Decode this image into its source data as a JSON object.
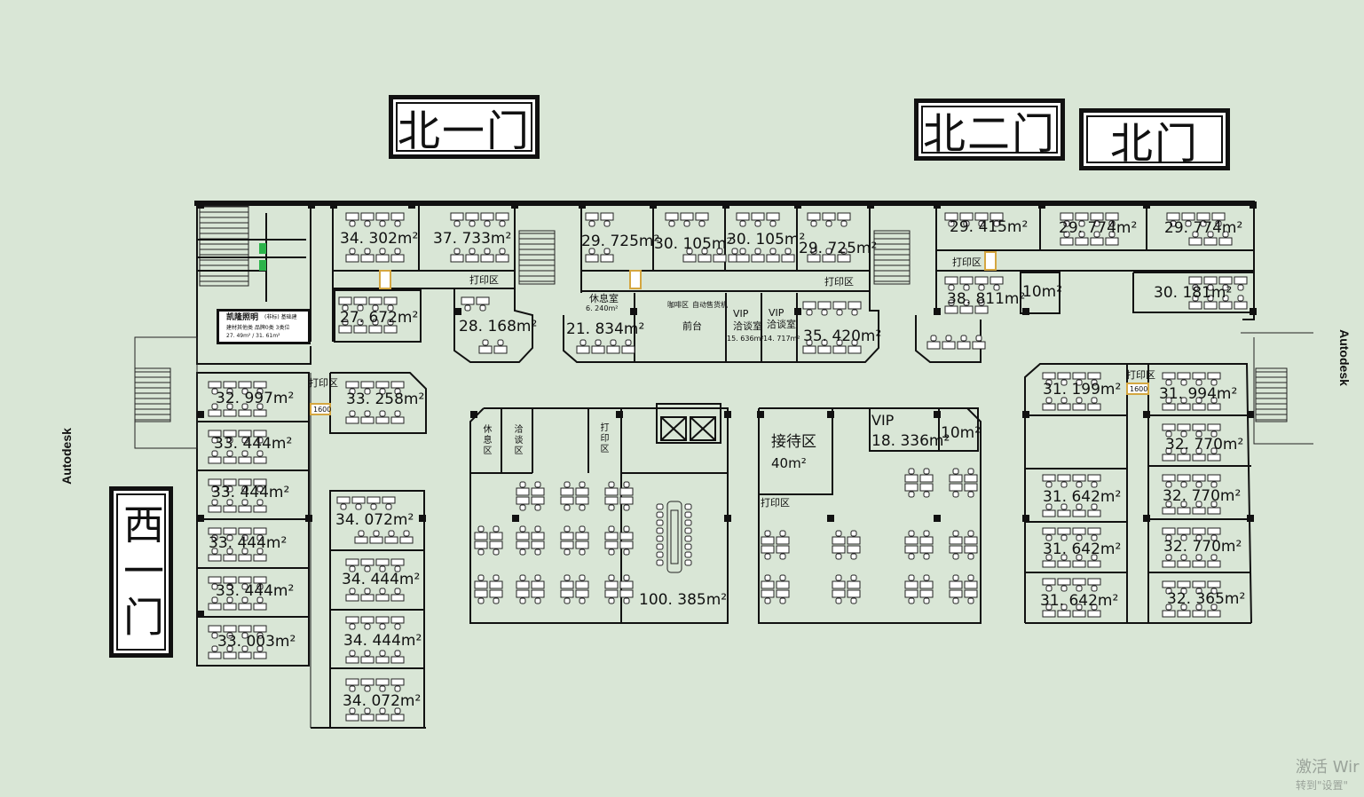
{
  "gates": {
    "north_one": "北一门",
    "north_two": "北二门",
    "north": "北门",
    "west_one": "西一门"
  },
  "brand": {
    "left": "Autodesk",
    "right": "Autodesk"
  },
  "rooms": {
    "r1": "34. 302m²",
    "r2": "37. 733m²",
    "r3": "29. 725m²",
    "r4": "30. 105m²",
    "r5": "30. 105m²",
    "r6": "29. 725m²",
    "r7": "29. 415m²",
    "r8": "29. 774m²",
    "r9": "29. 774m²",
    "r10": "27. 672m²",
    "r11": "28. 168m²",
    "r12": "21. 834m²",
    "r13": "35. 420m²",
    "r14": "38. 811m²",
    "r15": "10m²",
    "r16": "30. 181m²",
    "r17": "32. 997m²",
    "r18": "33. 258m²",
    "r19": "33. 444m²",
    "r20": "33. 444m²",
    "r21": "33. 444m²",
    "r22": "33. 444m²",
    "r23": "33. 003m²",
    "r24": "34. 072m²",
    "r25": "34. 444m²",
    "r26": "34. 444m²",
    "r27": "34. 072m²",
    "r28": "100. 385m²",
    "r29": "18. 336m²",
    "r30": "10m²",
    "r31": "31. 199m²",
    "r32": "31. 994m²",
    "r33": "32. 770m²",
    "r34": "32. 770m²",
    "r35": "32. 770m²",
    "r36": "32. 365m²",
    "r37": "31. 642m²",
    "r38": "31. 642m²",
    "r39": "31. 642m²"
  },
  "labels": {
    "print_area": "打印区",
    "dim_1600": "1600",
    "rest_room": "休息室",
    "rest_room_area": "6. 240m²",
    "coffee": "咖啡区",
    "vending": "自动售货机",
    "front_desk": "前台",
    "vip": "VIP",
    "negotiation": "洽谈室",
    "vip_left_area": "15. 636m²",
    "vip_right_area": "14. 717m²",
    "reception": "接待区",
    "reception_area": "40m²",
    "vip_room": "VIP",
    "rest_area_v": "休息区",
    "negotiation_area_v": "洽谈区",
    "print_area_v": "打印区",
    "sign_title": "凯隆照明",
    "sign_note": "(非标) 基础建",
    "sign_line2": "建材其他类  品牌0类      3类位",
    "sign_line3": "27. 49m² / 31. 61m²"
  },
  "watermark": {
    "line1": "激活 Wir",
    "line2": "转到\"设置\""
  },
  "colors": {
    "background": "#d9e6d6",
    "wall": "#111111",
    "accent_green": "#2bb34a",
    "accent_gold": "#d4a640"
  }
}
